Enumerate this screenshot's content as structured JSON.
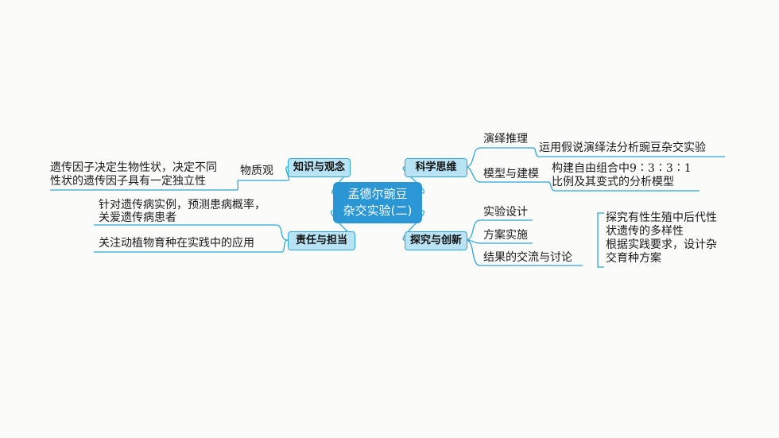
{
  "colors": {
    "line": "#2aa6d8",
    "center_fill": "#2a97d4",
    "branch_fill": "#b8e3f5",
    "background": "#fbfcfa"
  },
  "center": {
    "line1": "孟德尔豌豆",
    "line2": "杂交实验(二)"
  },
  "left": {
    "knowledge": {
      "label": "知识与观念",
      "sub_label": "物质观",
      "detail_line1": "遗传因子决定生物性状，决定不同",
      "detail_line2": "性状的遗传因子具有一定独立性"
    },
    "responsibility": {
      "label": "责任与担当",
      "item1_line1": "针对遗传病实例，预测患病概率，",
      "item1_line2": "关爱遗传病患者",
      "item2": "关注动植物育种在实践中的应用"
    }
  },
  "right": {
    "thinking": {
      "label": "科学思维",
      "item1": "演绎推理",
      "item1_detail": "运用假说演绎法分析豌豆杂交实验",
      "item2": "模型与建模",
      "item2_detail_line1": "构建自由组合中9∶3∶3∶1",
      "item2_detail_line2": "比例及其变式的分析模型"
    },
    "inquiry": {
      "label": "探究与创新",
      "item1": "实验设计",
      "item2": "方案实施",
      "item3": "结果的交流与讨论",
      "detail_line1": "探究有性生殖中后代性",
      "detail_line2": "状遗传的多样性",
      "detail_line3": "根据实践要求，设计杂",
      "detail_line4": "交育种方案"
    }
  }
}
